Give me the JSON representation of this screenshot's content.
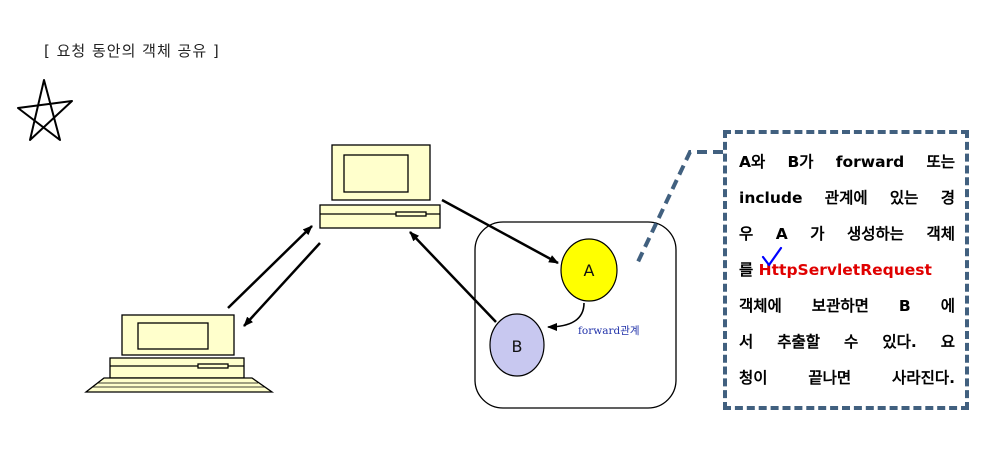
{
  "title": "[ 요청 동안의 객체 공유 ]",
  "node_a_label": "A",
  "node_b_label": "B",
  "forward_label": "forward관계",
  "callout": {
    "line1": "A와 B가 forward 또는",
    "line2": "include 관계에 있는 경",
    "line3": "우 A 가 생성하는 객체",
    "line4_prefix": "를 ",
    "line4_highlight": "HttpServletRequest",
    "line5": "객체에 보관하면 B 에",
    "line6": "서 추출할 수 있다. 요",
    "line7": "청이 끝나면 사라진다."
  },
  "colors": {
    "node_a_fill": "#ffff00",
    "node_b_fill": "#c8c8f0",
    "computer_fill": "#ffffcc",
    "callout_border": "#41607f",
    "highlight_text": "#e00000",
    "checkmark": "#0000ff"
  }
}
